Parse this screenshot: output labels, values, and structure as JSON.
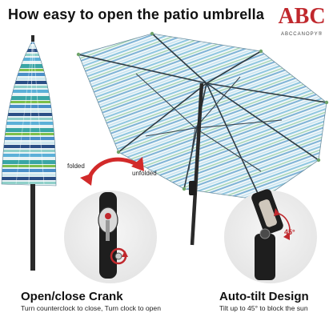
{
  "header": {
    "title": "How easy to open the patio umbrella"
  },
  "logo": {
    "mark": "ABC",
    "tagline": "ABCCANOPY®"
  },
  "labels": {
    "folded": "folded",
    "unfolded": "unfolded",
    "tilt_angle": "45°"
  },
  "features": [
    {
      "title": "Open/close Crank",
      "description": "Turn counterclock to close, Turn clock to open"
    },
    {
      "title": "Auto-tilt Design",
      "description": "Tilt up to 45° to block the sun"
    }
  ],
  "colors": {
    "accent": "#c0282d",
    "stripe_teal": "#3aa6a6",
    "stripe_blue": "#4a8fc8",
    "stripe_green": "#7dbf4a",
    "stripe_navy": "#2b4f86",
    "pole": "#2a2a2a"
  },
  "icons": [
    "curved-double-arrow-icon",
    "crank-handle-icon",
    "tilt-joint-icon"
  ]
}
